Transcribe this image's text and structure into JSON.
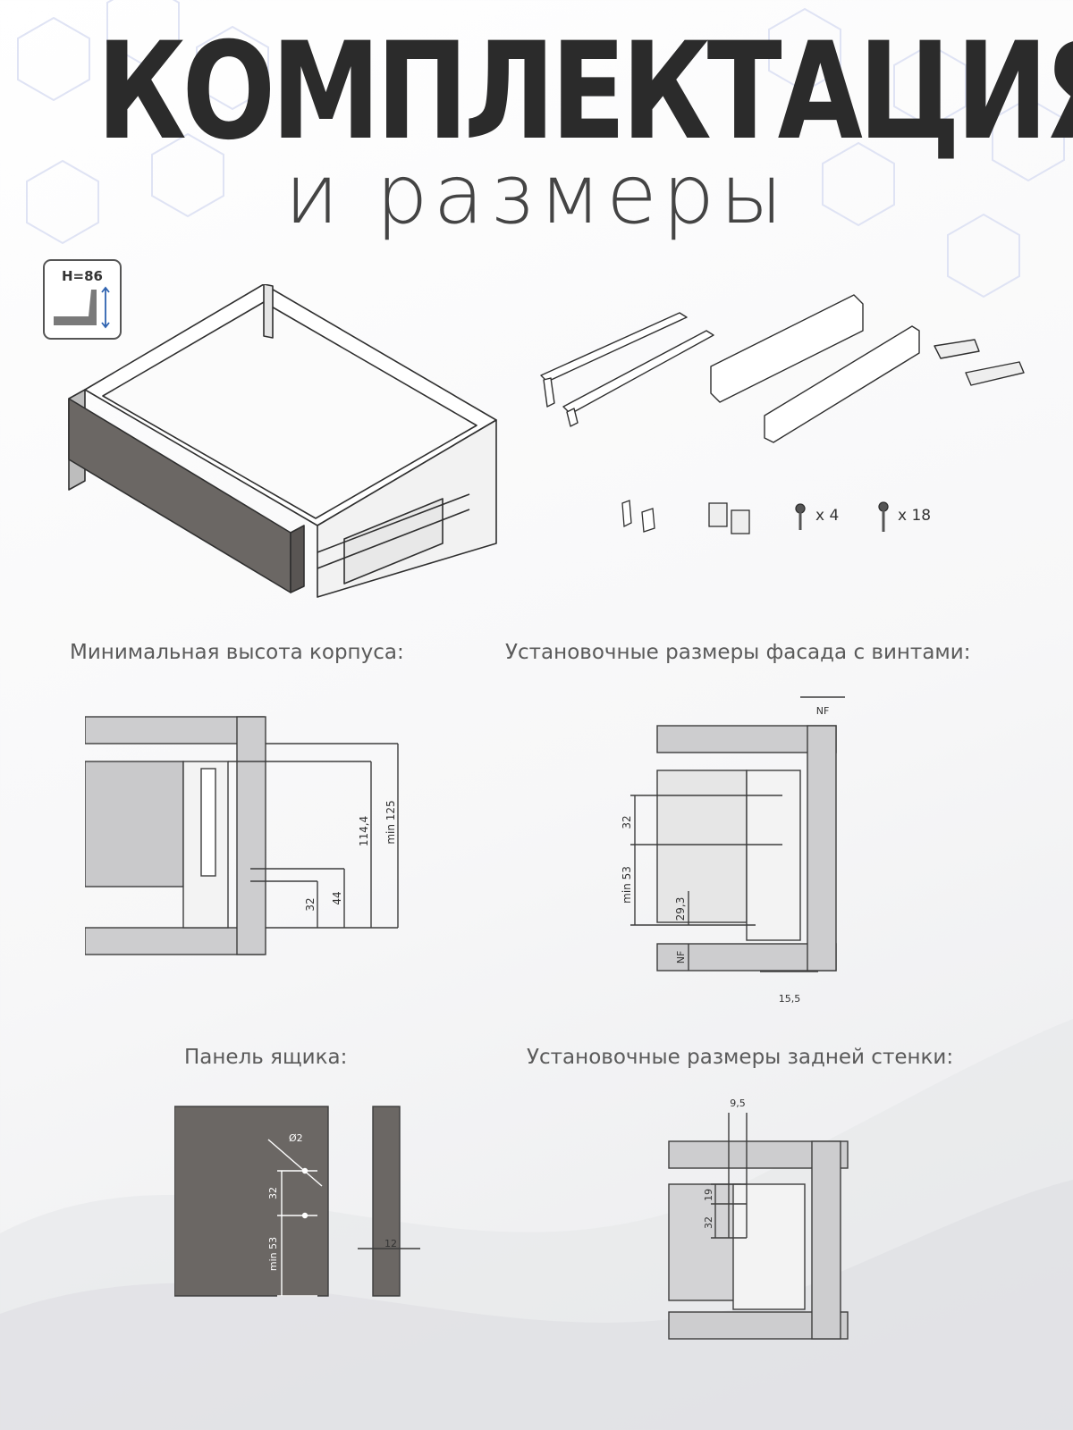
{
  "title": {
    "main": "КОМПЛЕКТАЦИЯ",
    "sub": "и размеры"
  },
  "badge": {
    "label": "H=86"
  },
  "kit": {
    "screws_small_count": "x 4",
    "screws_large_count": "x 18"
  },
  "captions": {
    "min_height": "Минимальная высота корпуса:",
    "front_mount": "Установочные размеры фасада с винтами:",
    "drawer_panel": "Панель ящика:",
    "back_mount": "Установочные размеры задней стенки:"
  },
  "dims_min_height": {
    "d1": "114,4",
    "d2": "min 125",
    "d3": "44",
    "d4": "32"
  },
  "dims_front": {
    "nf_top": "NF",
    "d32": "32",
    "min53": "min 53",
    "d29": "29,3",
    "nf_side": "NF",
    "d155": "15,5"
  },
  "dims_panel": {
    "diam": "Ø2",
    "d32": "32",
    "min53": "min 53",
    "d12": "12"
  },
  "dims_back": {
    "d95": "9,5",
    "d19": "19",
    "d32": "32"
  },
  "colors": {
    "panel": "#6b6764",
    "board": "#cdcdcf",
    "line": "#3d3d3d"
  }
}
